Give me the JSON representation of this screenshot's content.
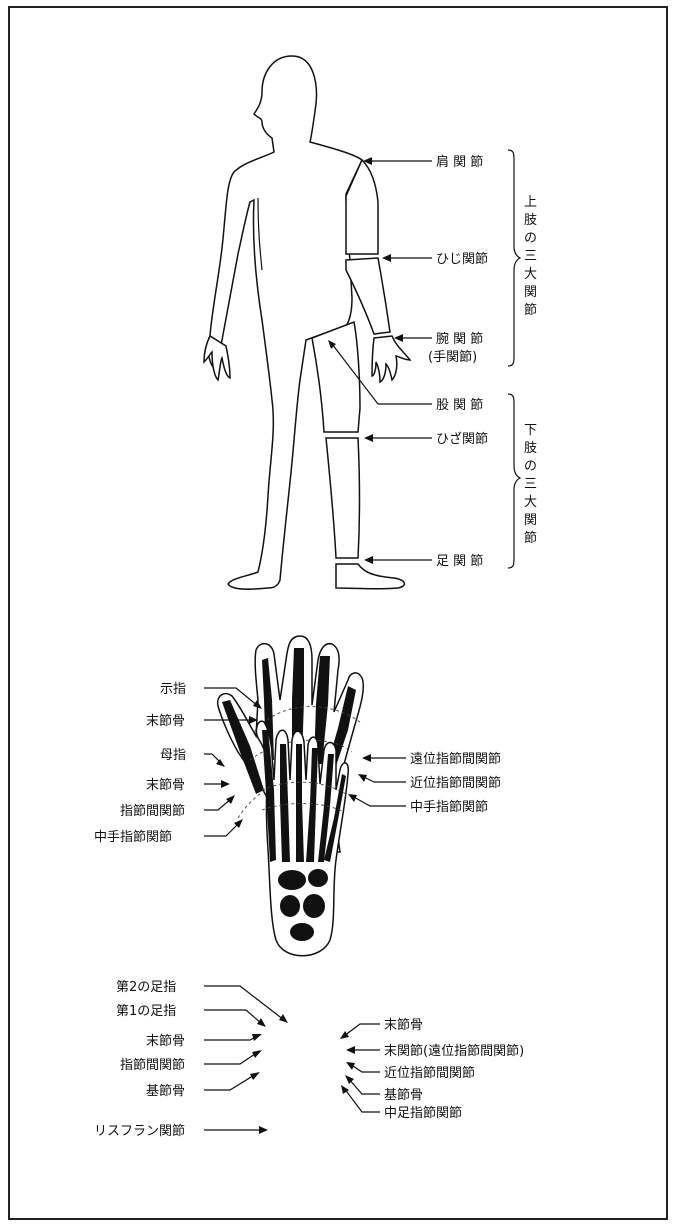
{
  "body_figure": {
    "joints": {
      "shoulder": "肩 関 節",
      "elbow": "ひじ関節",
      "wrist": "腕 関 節",
      "wrist_alt": "(手関節)",
      "hip": "股 関 節",
      "knee": "ひざ関節",
      "ankle": "足 関 節"
    },
    "groups": {
      "upper": [
        "上",
        "肢",
        "の",
        "三",
        "大",
        "関",
        "節"
      ],
      "lower": [
        "下",
        "肢",
        "の",
        "三",
        "大",
        "関",
        "節"
      ]
    }
  },
  "hand_figure": {
    "left_labels": {
      "index_finger": "示指",
      "distal_phalanx_1": "末節骨",
      "thumb": "母指",
      "distal_phalanx_2": "末節骨",
      "interphalangeal_joint": "指節間関節",
      "metacarpophalangeal_joint_left": "中手指節関節"
    },
    "right_labels": {
      "dip_joint": "遠位指節間関節",
      "pip_joint": "近位指節間関節",
      "mcp_joint": "中手指節関節"
    }
  },
  "foot_figure": {
    "left_labels": {
      "second_toe": "第2の足指",
      "first_toe": "第1の足指",
      "distal_phalanx": "末節骨",
      "interphalangeal_joint": "指節間関節",
      "proximal_phalanx": "基節骨",
      "lisfranc_joint": "リスフラン関節"
    },
    "right_labels": {
      "distal_phalanx": "末節骨",
      "distal_joint": "末関節(遠位指節間関節)",
      "pip_joint": "近位指節間関節",
      "proximal_phalanx": "基節骨",
      "mtp_joint": "中足指節関節"
    }
  }
}
